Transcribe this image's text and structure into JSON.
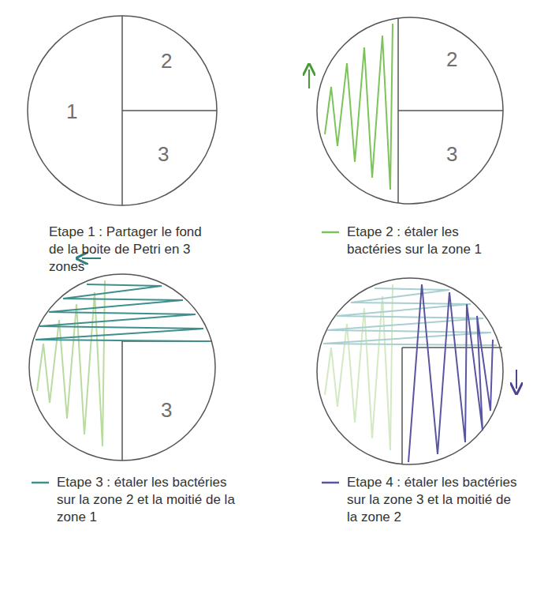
{
  "diagram": {
    "labels": [
      "1",
      "2",
      "3",
      "2",
      "3",
      "Etape 1 : Partager le fond de la boite de Petri en 3 zones",
      "Etape 2 : étaler les bactéries sur la zone 1",
      "3",
      "Etape 3 : étaler les bactéries sur la zone 2 et la moitié de la zone 1",
      "Etape 4 : étaler les bactéries sur la zone 3 et la moitié de la zone 2"
    ]
  }
}
